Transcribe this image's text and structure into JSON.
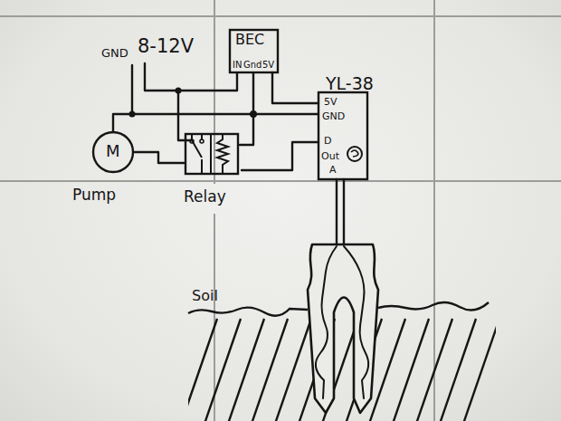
{
  "diagram": {
    "nodes": [
      {
        "text": [
          "BEC",
          "IN",
          "Gnd",
          "5V"
        ]
      },
      {
        "text": [
          "YL-38",
          "5V",
          "GND",
          "D",
          "Out",
          "A"
        ]
      },
      {
        "text": [
          "M",
          "Pump"
        ]
      },
      {
        "text": [
          "Relay"
        ]
      }
    ],
    "edges": [
      {
        "from": 0,
        "to": 1,
        "arrow": "none"
      },
      {
        "from": 1,
        "to": 3,
        "arrow": "none"
      },
      {
        "from": 3,
        "to": 2,
        "arrow": "none"
      }
    ],
    "labels": [
      "GND",
      "8-12V",
      "Soil"
    ]
  }
}
